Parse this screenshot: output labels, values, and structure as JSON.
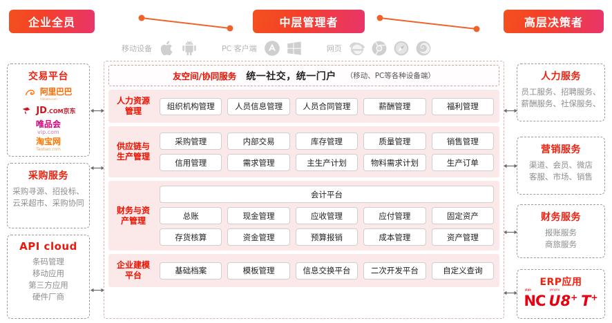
{
  "roles": [
    {
      "id": "all",
      "label": "企业全员"
    },
    {
      "id": "mid",
      "label": "中层管理者"
    },
    {
      "id": "exec",
      "label": "高层决策者"
    }
  ],
  "devices": [
    {
      "label": "移动设备",
      "icons": [
        "apple-icon",
        "android-icon"
      ]
    },
    {
      "label": "PC 客户端",
      "icons": [
        "mac-appstore-icon",
        "windows-icon"
      ]
    },
    {
      "label": "网页",
      "icons": [
        "internet-explorer-icon",
        "chrome-icon",
        "safari-icon",
        "firefox-icon"
      ]
    }
  ],
  "portal": {
    "tag": "友空间/协同服务",
    "title": "统一社交，统一门户",
    "note": "（移动、PC等各种设备端）"
  },
  "modules": [
    {
      "id": "hr",
      "label": "人力资源\n管理",
      "rows": [
        [
          "组织机构管理",
          "人员信息管理",
          "人员合同管理",
          "薪酬管理",
          "福利管理"
        ]
      ]
    },
    {
      "id": "scm",
      "label": "供应链与\n生产管理",
      "rows": [
        [
          "采购管理",
          "内部交易",
          "库存管理",
          "质量管理",
          "销售管理"
        ],
        [
          "信用管理",
          "需求管理",
          "主生产计划",
          "物料需求计划",
          "生产订单"
        ]
      ]
    },
    {
      "id": "fin",
      "label": "财务与资\n产管理",
      "rows": [
        [
          "会计平台"
        ],
        [
          "总账",
          "现金管理",
          "应收管理",
          "应付管理",
          "固定资产"
        ],
        [
          "存货核算",
          "资金管理",
          "预算报销",
          "成本管理",
          "资产管理"
        ]
      ]
    },
    {
      "id": "mdl",
      "label": "企业建模\n平台",
      "rows": [
        [
          "基础档案",
          "模板管理",
          "信息交换平台",
          "二次开发平台",
          "自定义查询"
        ]
      ]
    }
  ],
  "left_panels": {
    "trade": {
      "title": "交易平台",
      "logos": [
        {
          "id": "alibaba",
          "cn": "阿里巴巴",
          "sub": "Alibaba.com"
        },
        {
          "id": "jd",
          "cn": "京东",
          "en": "JD",
          "dom": ".COM"
        },
        {
          "id": "vip",
          "cn": "唯品会",
          "en": "vip.com"
        },
        {
          "id": "taobao",
          "cn": "淘宝网",
          "en": "Taobao.com"
        }
      ]
    },
    "purchase": {
      "title": "采购服务",
      "text": "采购寻源、招投标、\n云采超市、采购协同"
    },
    "api": {
      "title": "API cloud",
      "text": "条码管理\n移动应用\n第三方应用\n硬件厂商"
    }
  },
  "right_panels": {
    "hr_service": {
      "title": "人力服务",
      "text": "员工服务、招聘服务、\n薪酬服务、社保服务、"
    },
    "marketing": {
      "title": "营销服务",
      "text": "渠道、会员、微店\n客服、市场、销售"
    },
    "finance": {
      "title": "财务服务",
      "text": "报账服务\n商旅服务"
    },
    "erp": {
      "title": "ERP应用",
      "logos": [
        {
          "id": "nc",
          "text": "NC",
          "tiny": "yonyou"
        },
        {
          "id": "u8",
          "text": "U8",
          "sup": "+",
          "tiny": "yonyou"
        },
        {
          "id": "t",
          "text": "T",
          "sup": "+"
        }
      ]
    }
  },
  "colors": {
    "banner_start": "#f4511e",
    "banner_end": "#e8356b",
    "accent_red": "#ee1100",
    "connector": "#f0622c",
    "row_bg": "#fbe9e9"
  }
}
